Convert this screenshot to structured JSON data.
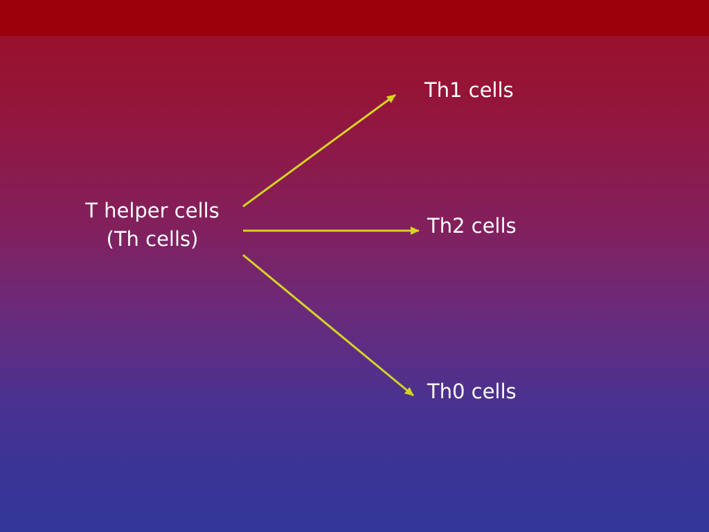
{
  "diagram": {
    "source": {
      "line1": "T helper cells",
      "line2": "(Th cells)"
    },
    "targets": [
      {
        "label": "Th1 cells"
      },
      {
        "label": "Th2 cells"
      },
      {
        "label": "Th0 cells"
      }
    ]
  },
  "colors": {
    "top_band": "#9b000a",
    "arrow": "#d4d424",
    "text": "#ffffff"
  }
}
